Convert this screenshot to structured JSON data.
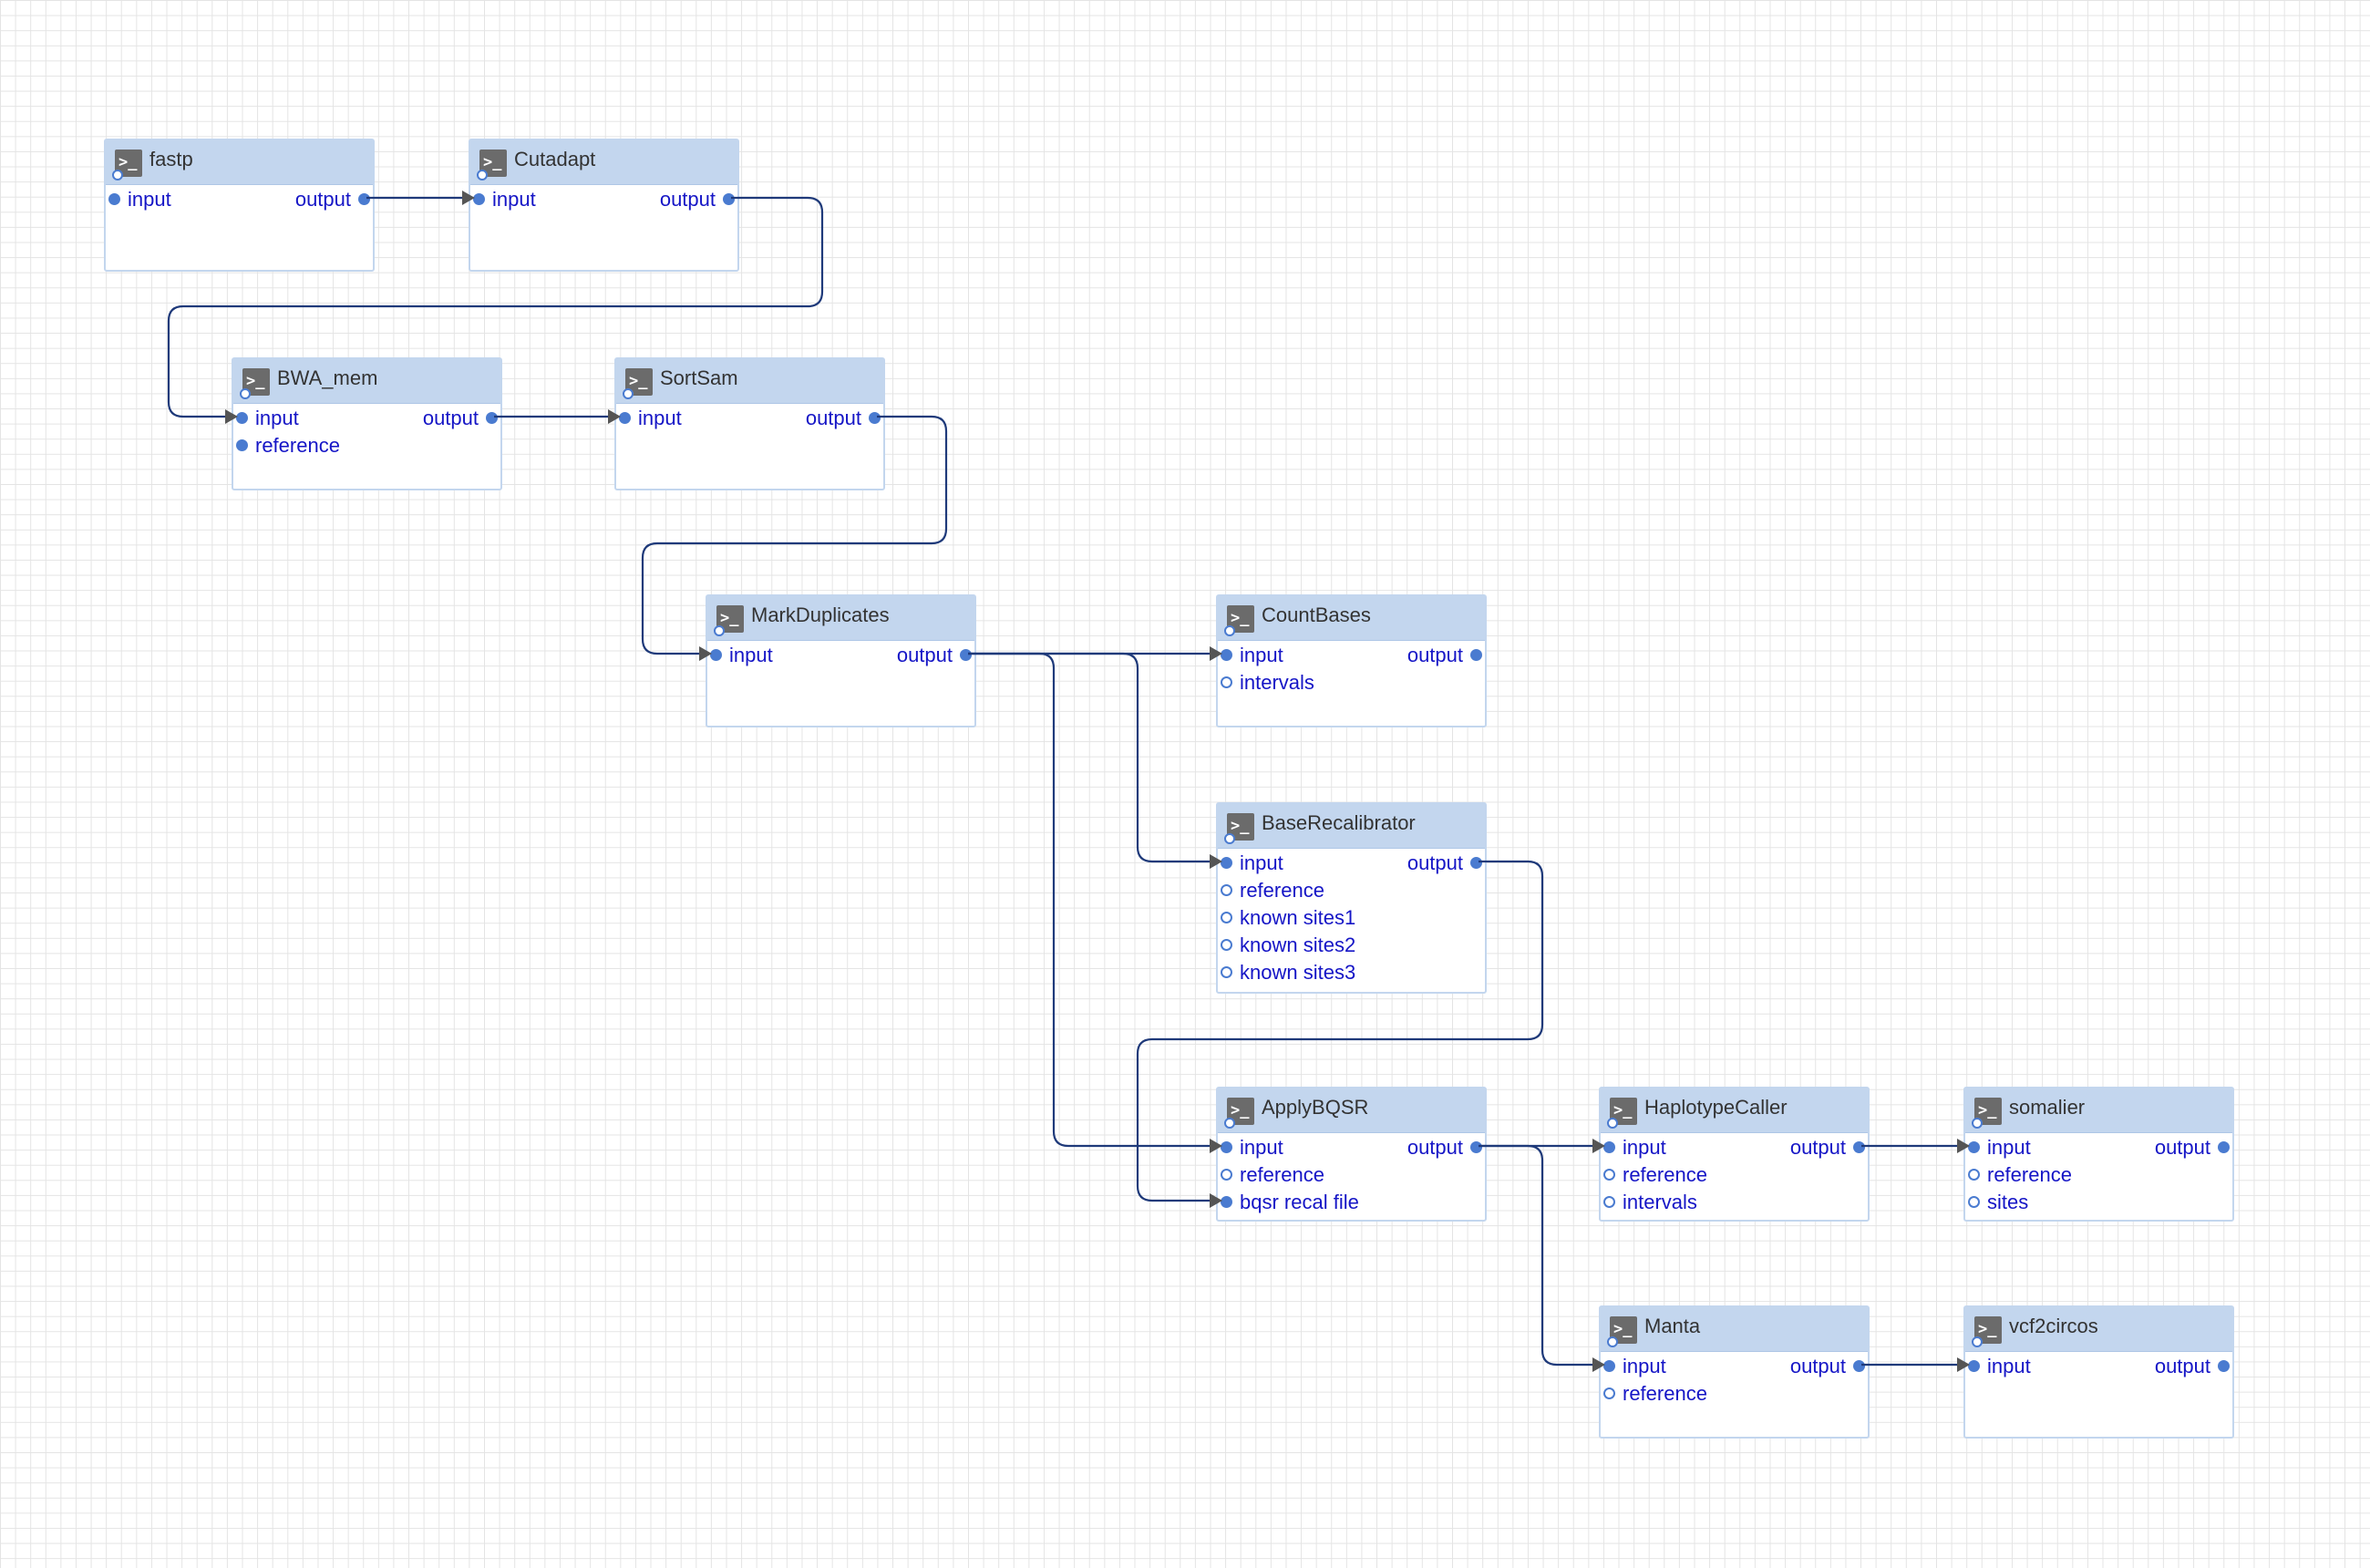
{
  "nodes": [
    {
      "id": "fastp",
      "title": "fastp",
      "icon": "terminal-icon",
      "inputs": [
        {
          "label": "input",
          "connected": true
        }
      ],
      "outputs": [
        {
          "label": "output",
          "connected": true
        }
      ]
    },
    {
      "id": "cutadapt",
      "title": "Cutadapt",
      "icon": "terminal-icon",
      "inputs": [
        {
          "label": "input",
          "connected": true
        }
      ],
      "outputs": [
        {
          "label": "output",
          "connected": true
        }
      ]
    },
    {
      "id": "bwa_mem",
      "title": "BWA_mem",
      "icon": "terminal-icon",
      "inputs": [
        {
          "label": "input",
          "connected": true
        },
        {
          "label": "reference",
          "connected": true
        }
      ],
      "outputs": [
        {
          "label": "output",
          "connected": true
        }
      ]
    },
    {
      "id": "sortsam",
      "title": "SortSam",
      "icon": "terminal-icon",
      "inputs": [
        {
          "label": "input",
          "connected": true
        }
      ],
      "outputs": [
        {
          "label": "output",
          "connected": true
        }
      ]
    },
    {
      "id": "markduplicates",
      "title": "MarkDuplicates",
      "icon": "terminal-icon",
      "inputs": [
        {
          "label": "input",
          "connected": true
        }
      ],
      "outputs": [
        {
          "label": "output",
          "connected": true
        }
      ]
    },
    {
      "id": "countbases",
      "title": "CountBases",
      "icon": "terminal-icon",
      "inputs": [
        {
          "label": "input",
          "connected": true
        },
        {
          "label": "intervals",
          "connected": false
        }
      ],
      "outputs": [
        {
          "label": "output",
          "connected": true
        }
      ]
    },
    {
      "id": "baserecalibrator",
      "title": "BaseRecalibrator",
      "icon": "terminal-icon",
      "inputs": [
        {
          "label": "input",
          "connected": true
        },
        {
          "label": "reference",
          "connected": false
        },
        {
          "label": "known sites1",
          "connected": false
        },
        {
          "label": "known sites2",
          "connected": false
        },
        {
          "label": "known sites3",
          "connected": false
        }
      ],
      "outputs": [
        {
          "label": "output",
          "connected": true
        }
      ]
    },
    {
      "id": "applybqsr",
      "title": "ApplyBQSR",
      "icon": "terminal-icon",
      "inputs": [
        {
          "label": "input",
          "connected": true
        },
        {
          "label": "reference",
          "connected": false
        },
        {
          "label": "bqsr recal file",
          "connected": true
        }
      ],
      "outputs": [
        {
          "label": "output",
          "connected": true
        }
      ]
    },
    {
      "id": "haplotypecaller",
      "title": "HaplotypeCaller",
      "icon": "terminal-icon",
      "inputs": [
        {
          "label": "input",
          "connected": true
        },
        {
          "label": "reference",
          "connected": false
        },
        {
          "label": "intervals",
          "connected": false
        }
      ],
      "outputs": [
        {
          "label": "output",
          "connected": true
        }
      ]
    },
    {
      "id": "somalier",
      "title": "somalier",
      "icon": "terminal-icon",
      "inputs": [
        {
          "label": "input",
          "connected": true
        },
        {
          "label": "reference",
          "connected": false
        },
        {
          "label": "sites",
          "connected": false
        }
      ],
      "outputs": [
        {
          "label": "output",
          "connected": true
        }
      ]
    },
    {
      "id": "manta",
      "title": "Manta",
      "icon": "terminal-icon",
      "inputs": [
        {
          "label": "input",
          "connected": true
        },
        {
          "label": "reference",
          "connected": false
        }
      ],
      "outputs": [
        {
          "label": "output",
          "connected": true
        }
      ]
    },
    {
      "id": "vcf2circos",
      "title": "vcf2circos",
      "icon": "terminal-icon",
      "inputs": [
        {
          "label": "input",
          "connected": true
        }
      ],
      "outputs": [
        {
          "label": "output",
          "connected": true
        }
      ]
    }
  ],
  "edges": [
    {
      "from": "fastp",
      "to": "cutadapt",
      "to_port": 0
    },
    {
      "from": "cutadapt",
      "to": "bwa_mem",
      "to_port": 0
    },
    {
      "from": "bwa_mem",
      "to": "sortsam",
      "to_port": 0
    },
    {
      "from": "sortsam",
      "to": "markduplicates",
      "to_port": 0
    },
    {
      "from": "markduplicates",
      "to": "countbases",
      "to_port": 0
    },
    {
      "from": "markduplicates",
      "to": "baserecalibrator",
      "to_port": 0
    },
    {
      "from": "markduplicates",
      "to": "applybqsr",
      "to_port": 0
    },
    {
      "from": "baserecalibrator",
      "to": "applybqsr",
      "to_port": 2
    },
    {
      "from": "applybqsr",
      "to": "haplotypecaller",
      "to_port": 0
    },
    {
      "from": "applybqsr",
      "to": "manta",
      "to_port": 0
    },
    {
      "from": "haplotypecaller",
      "to": "somalier",
      "to_port": 0
    },
    {
      "from": "manta",
      "to": "vcf2circos",
      "to_port": 0
    }
  ],
  "colors": {
    "header": "#c3d6ee",
    "port_text": "#1515c6",
    "port_dot": "#4a7bd0",
    "wire": "#1f3a7a",
    "arrow": "#555555"
  }
}
